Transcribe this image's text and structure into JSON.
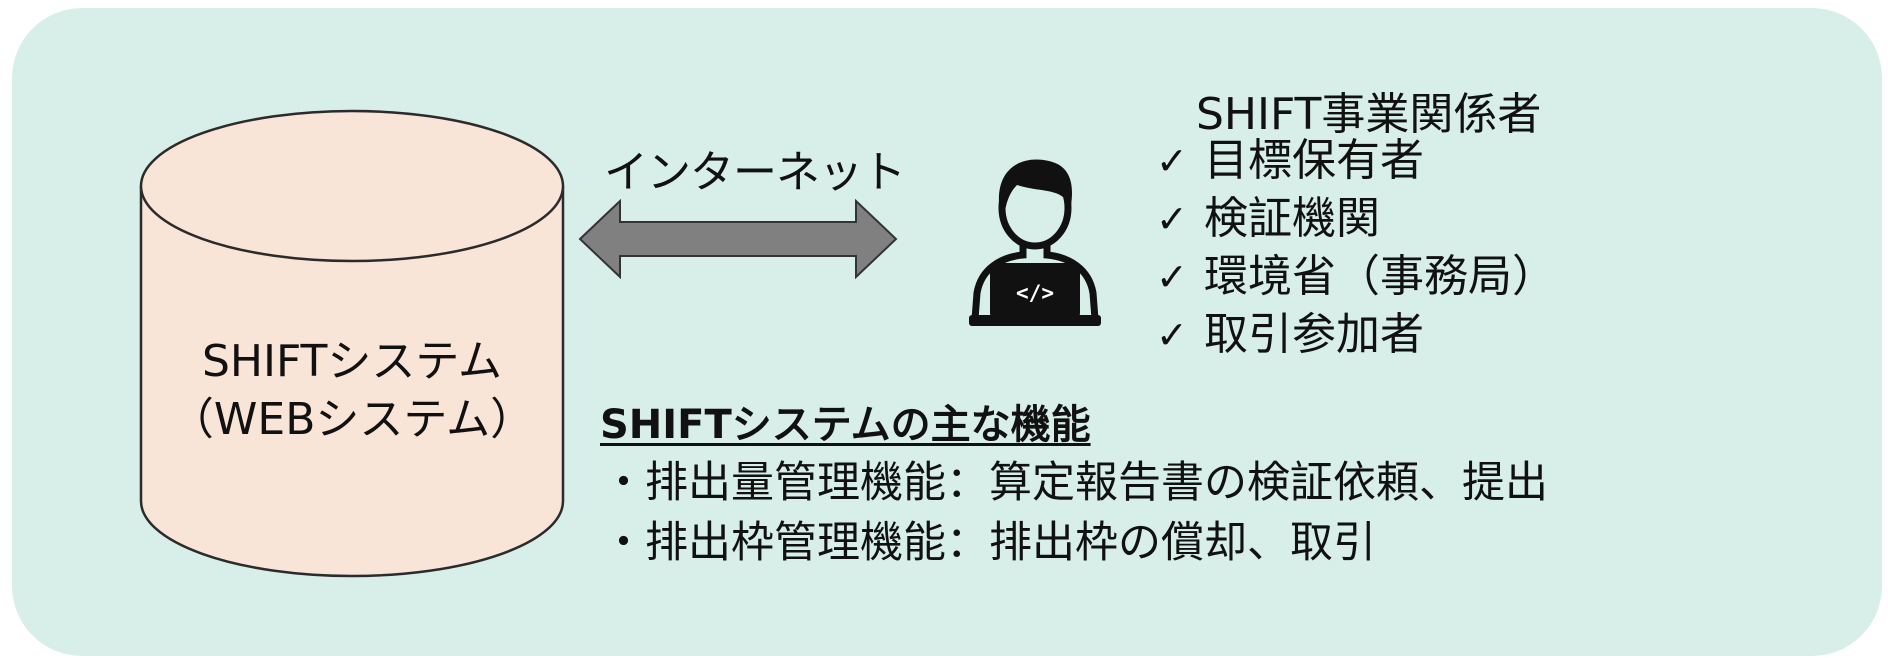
{
  "system": {
    "name": "SHIFTシステム",
    "subname": "（WEBシステム）",
    "fill_color": "#f9e4d8",
    "stroke_color": "#2b2b2b"
  },
  "connection": {
    "label": "インターネット",
    "arrow_color": "#808080",
    "icon": "double-arrow-icon"
  },
  "user_icon": "developer-laptop-icon",
  "stakeholders": {
    "title": "SHIFT事業関係者",
    "check_glyph": "✓",
    "items": [
      "目標保有者",
      "検証機関",
      "環境省（事務局）",
      "取引参加者"
    ]
  },
  "functions": {
    "title": "SHIFTシステムの主な機能",
    "lines": [
      "・排出量管理機能：算定報告書の検証依頼、提出",
      "・排出枠管理機能：排出枠の償却、取引"
    ]
  },
  "colors": {
    "panel_background": "#d8efe9"
  }
}
